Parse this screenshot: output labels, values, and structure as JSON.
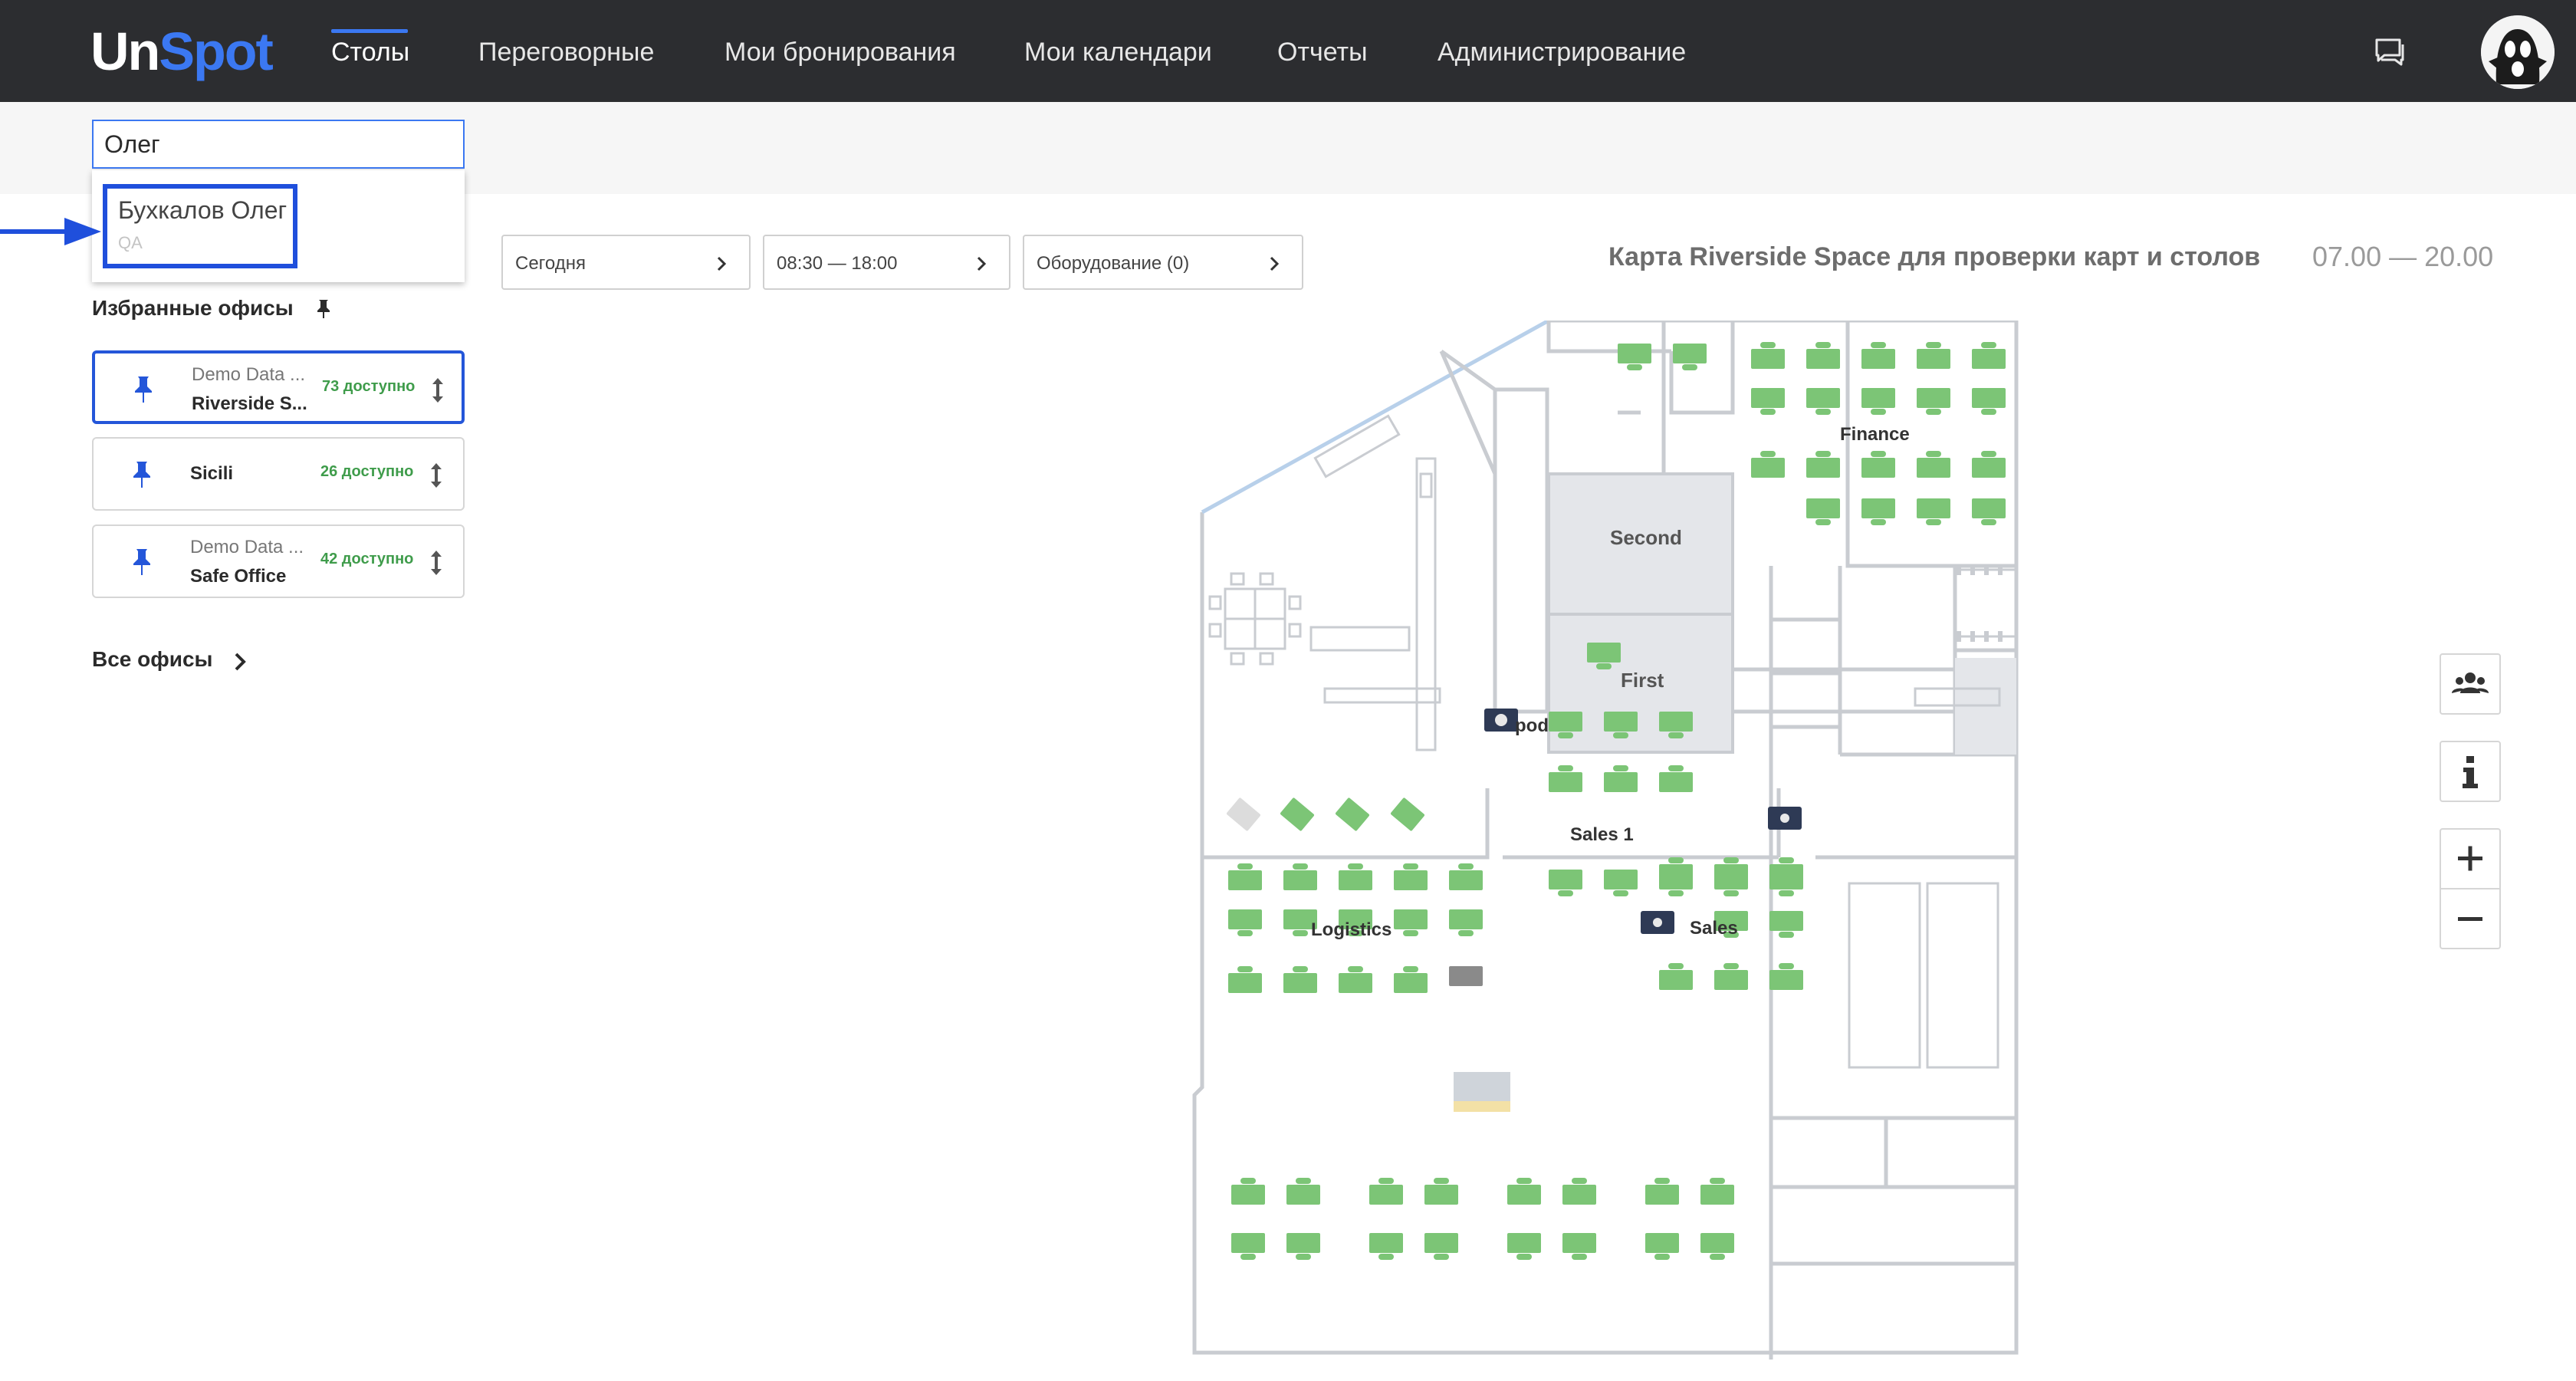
{
  "app": {
    "logo_part1": "Un",
    "logo_part2": "Spot"
  },
  "nav": {
    "items": [
      {
        "label": "Столы",
        "active": true
      },
      {
        "label": "Переговорные",
        "active": false
      },
      {
        "label": "Мои бронирования",
        "active": false
      },
      {
        "label": "Мои календари",
        "active": false
      },
      {
        "label": "Отчеты",
        "active": false
      },
      {
        "label": "Администрирование",
        "active": false
      }
    ],
    "chat_icon": "chat-icon",
    "avatar_icon": "avatar-ghost-icon"
  },
  "search": {
    "value": "Олег",
    "results": [
      {
        "name": "Бухкалов Олег",
        "role": "QA"
      }
    ]
  },
  "favorites": {
    "title": "Избранные офисы",
    "offices": [
      {
        "sub": "Demo Data ...",
        "name": "Riverside S...",
        "available": "73 доступно",
        "selected": true
      },
      {
        "sub": "",
        "name": "Sicili",
        "available": "26 доступно",
        "selected": false
      },
      {
        "sub": "Demo Data ...",
        "name": "Safe Office",
        "available": "42 доступно",
        "selected": false
      }
    ],
    "all_offices": "Все офисы"
  },
  "filters": {
    "date": "Сегодня",
    "time": "08:30 — 18:00",
    "equipment": "Оборудование (0)"
  },
  "map": {
    "title": "Карта Riverside Space для проверки карт и столов",
    "hours": "07.00 — 20.00",
    "rooms": {
      "second": "Second",
      "first": "First",
      "finance": "Finance",
      "pod": "pod",
      "sales1": "Sales 1",
      "logistics": "Logistics",
      "sales": "Sales"
    }
  },
  "colors": {
    "accent": "#3b78f2",
    "nav_bg": "#2c2d30",
    "desk_free": "#7cc576",
    "room_fill": "#e4e6ea",
    "available_text": "#3f9c4b",
    "selection_border": "#1f4fdc"
  }
}
